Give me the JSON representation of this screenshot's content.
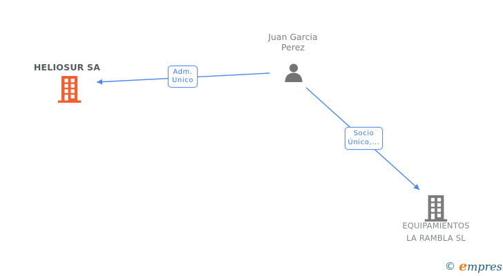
{
  "person": {
    "name_line1": "Juan Garcia",
    "name_line2": "Perez"
  },
  "companies": [
    {
      "id": "heliosur",
      "name": "HELIOSUR SA",
      "icon": "building-icon",
      "icon_color": "#F65E2E"
    },
    {
      "id": "equipamientos-la-rambla",
      "name_line1": "EQUIPAMIENTOS",
      "name_line2": "LA RAMBLA SL",
      "icon": "building-icon",
      "icon_color": "#7B7B7B"
    }
  ],
  "edges": [
    {
      "from": "Juan Garcia Perez",
      "to": "HELIOSUR SA",
      "label_line1": "Adm.",
      "label_line2": "Unico"
    },
    {
      "from": "Juan Garcia Perez",
      "to": "EQUIPAMIENTOS LA RAMBLA SL",
      "label_line1": "Socio",
      "label_line2": "Único,..."
    }
  ],
  "footer": {
    "copyright_symbol": "©",
    "brand_initial": "e",
    "brand_rest": "mpresia"
  },
  "colors": {
    "edge_blue": "#4E86EC",
    "edge_label_text": "#3C7BE8",
    "edge_label_border": "#5E95F0",
    "building_orange": "#F65E2E",
    "building_gray": "#7B7B7B",
    "person_gray": "#737373",
    "company_title_dark": "#565B5E",
    "company_title_gray": "#83888A",
    "person_name_gray": "#7F7F7F",
    "logo_teal": "#2F6D8C",
    "logo_orange": "#F08119"
  }
}
